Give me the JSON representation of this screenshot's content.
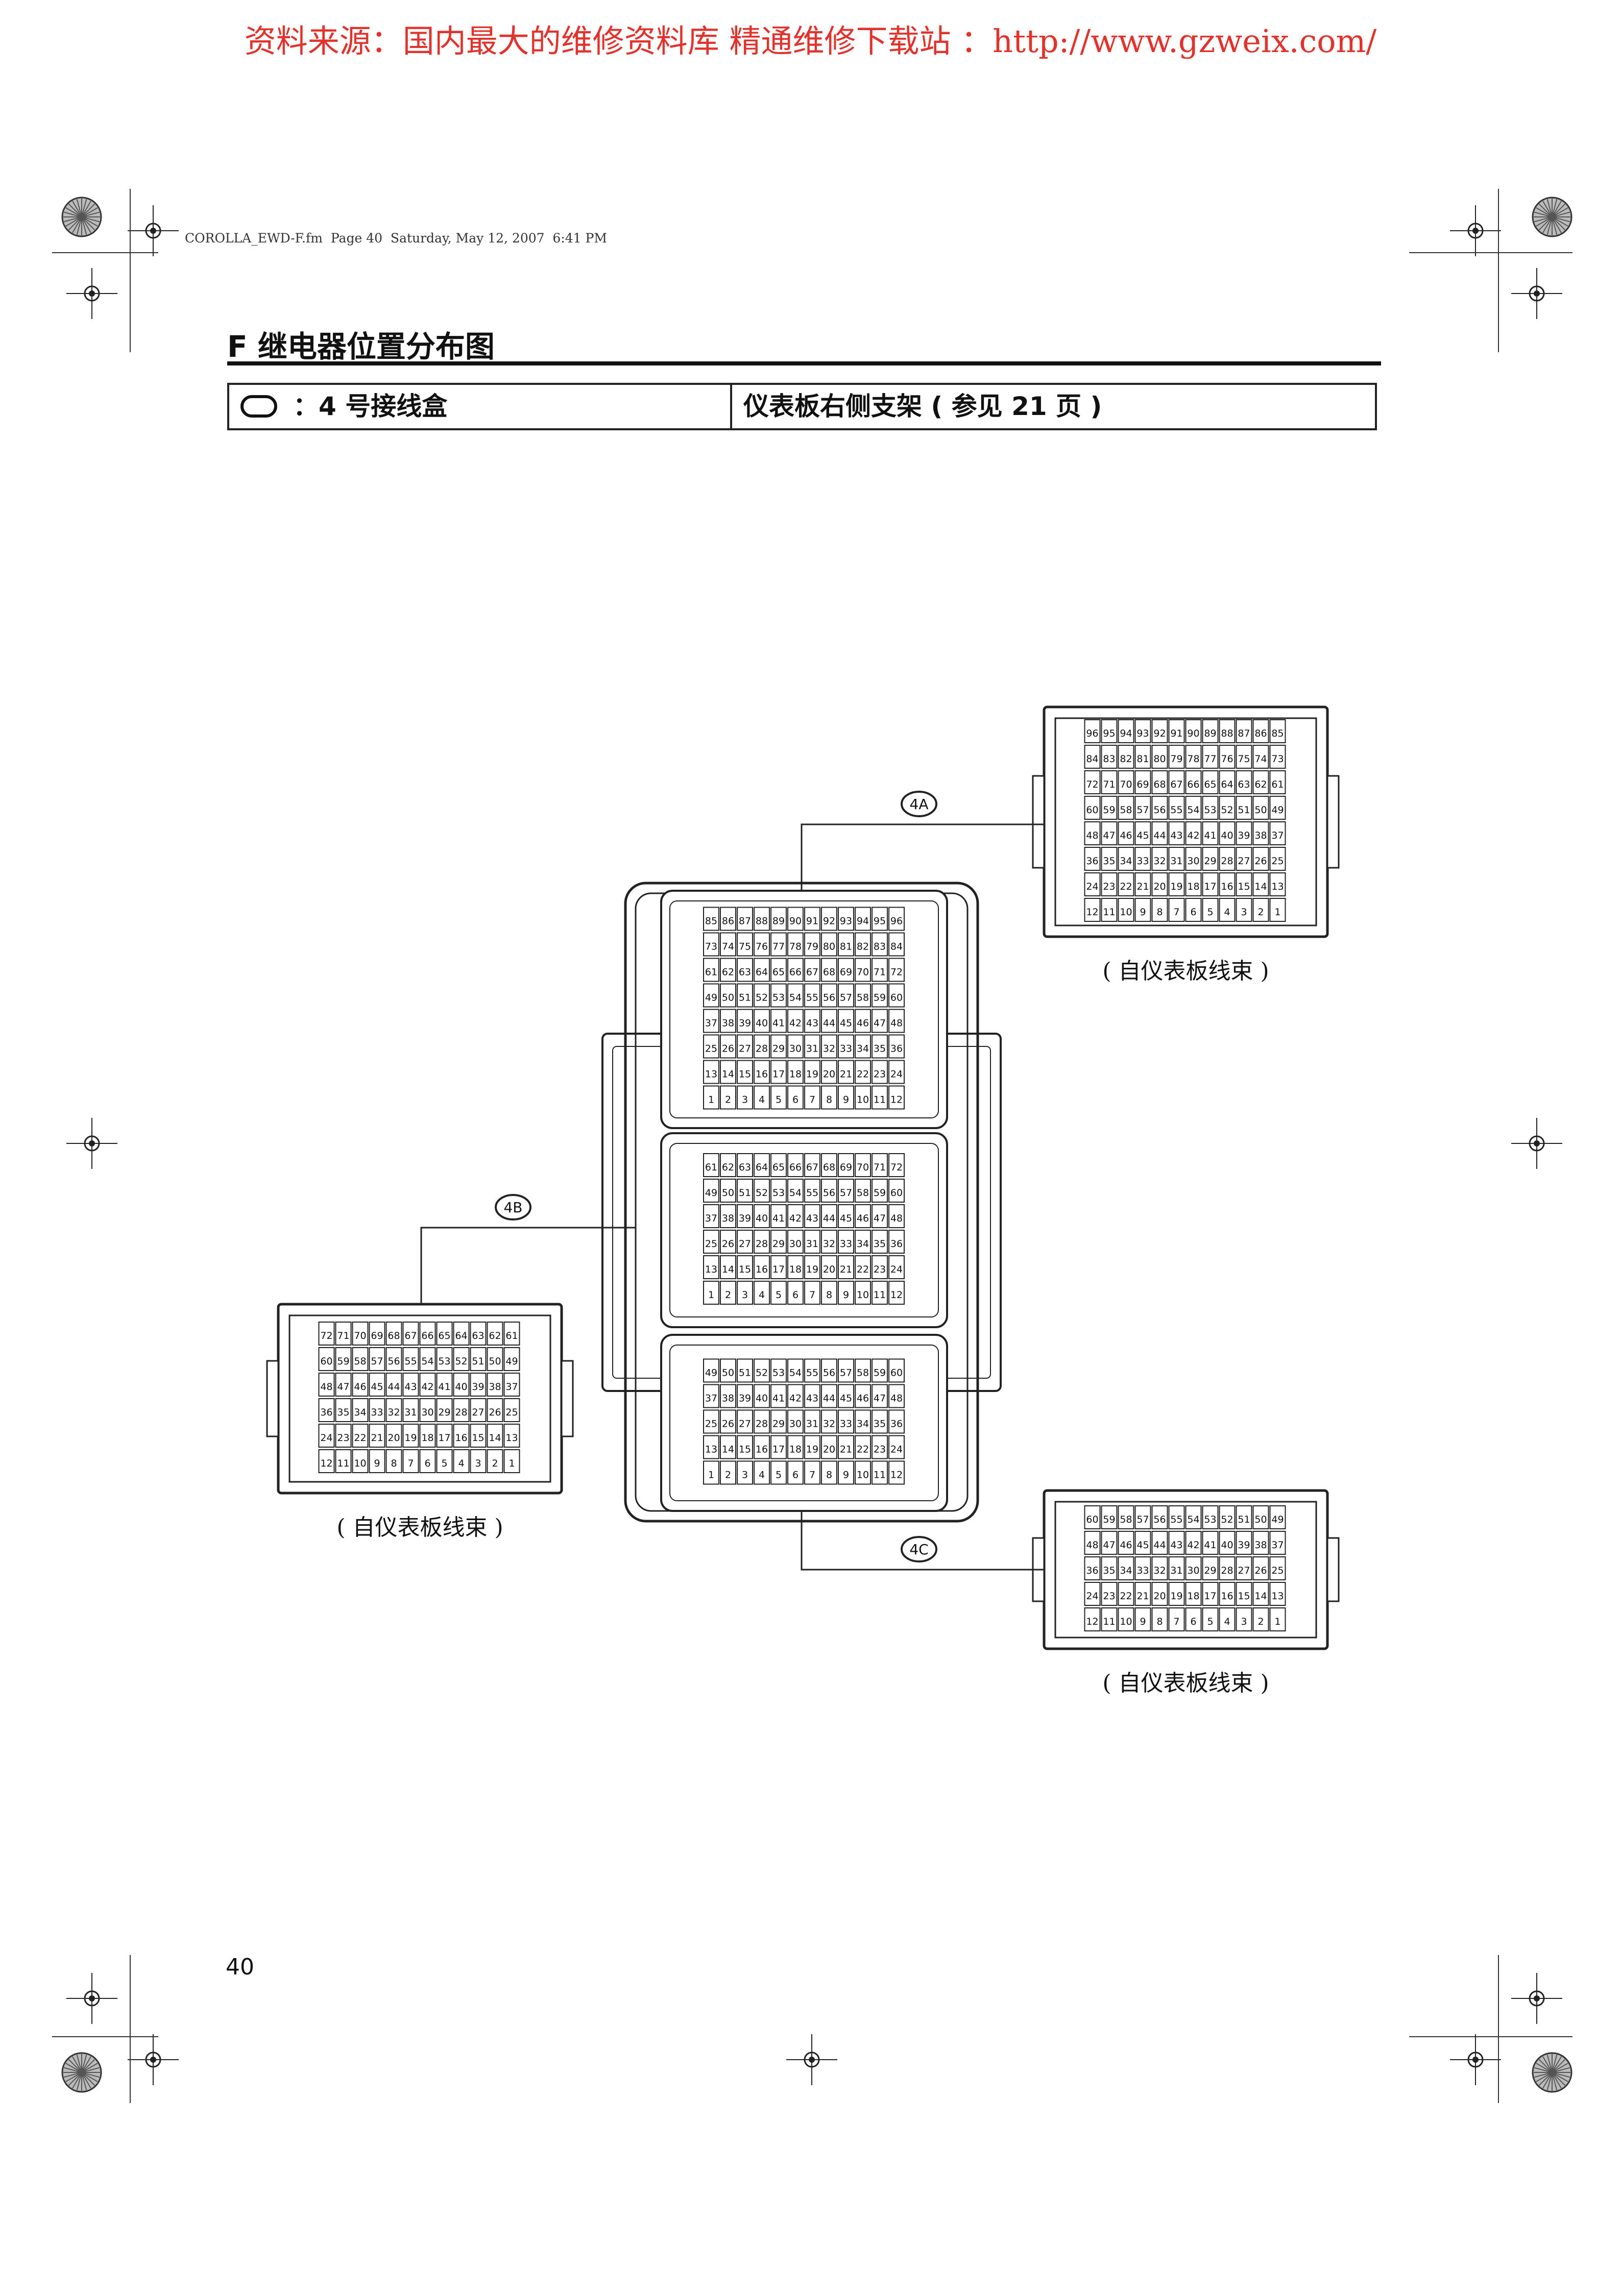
{
  "banner": {
    "text": "资料来源：国内最大的维修资料库 精通维修下载站 ：http://www.gzweix.com/",
    "color": "#e3322b"
  },
  "file_header": {
    "text": "COROLLA_EWD-F.fm  Page 40  Saturday, May 12, 2007  6:41 PM"
  },
  "section": {
    "title": "F 继电器位置分布图"
  },
  "info_table": {
    "icon": "junction-block-oval-icon",
    "block_label": "：4 号接线盒",
    "location": "仪表板右侧支架 ( 参见 21 页 )"
  },
  "connectors": [
    {
      "id": "4A",
      "label": "4A",
      "rows": 8,
      "cols": 12,
      "harness": "( 自仪表板线束 )"
    },
    {
      "id": "4B",
      "label": "4B",
      "rows": 6,
      "cols": 12,
      "harness": "( 自仪表板线束 )"
    },
    {
      "id": "4C",
      "label": "4C",
      "rows": 5,
      "cols": 12,
      "harness": "( 自仪表板线束 )"
    }
  ],
  "page_number": "40"
}
